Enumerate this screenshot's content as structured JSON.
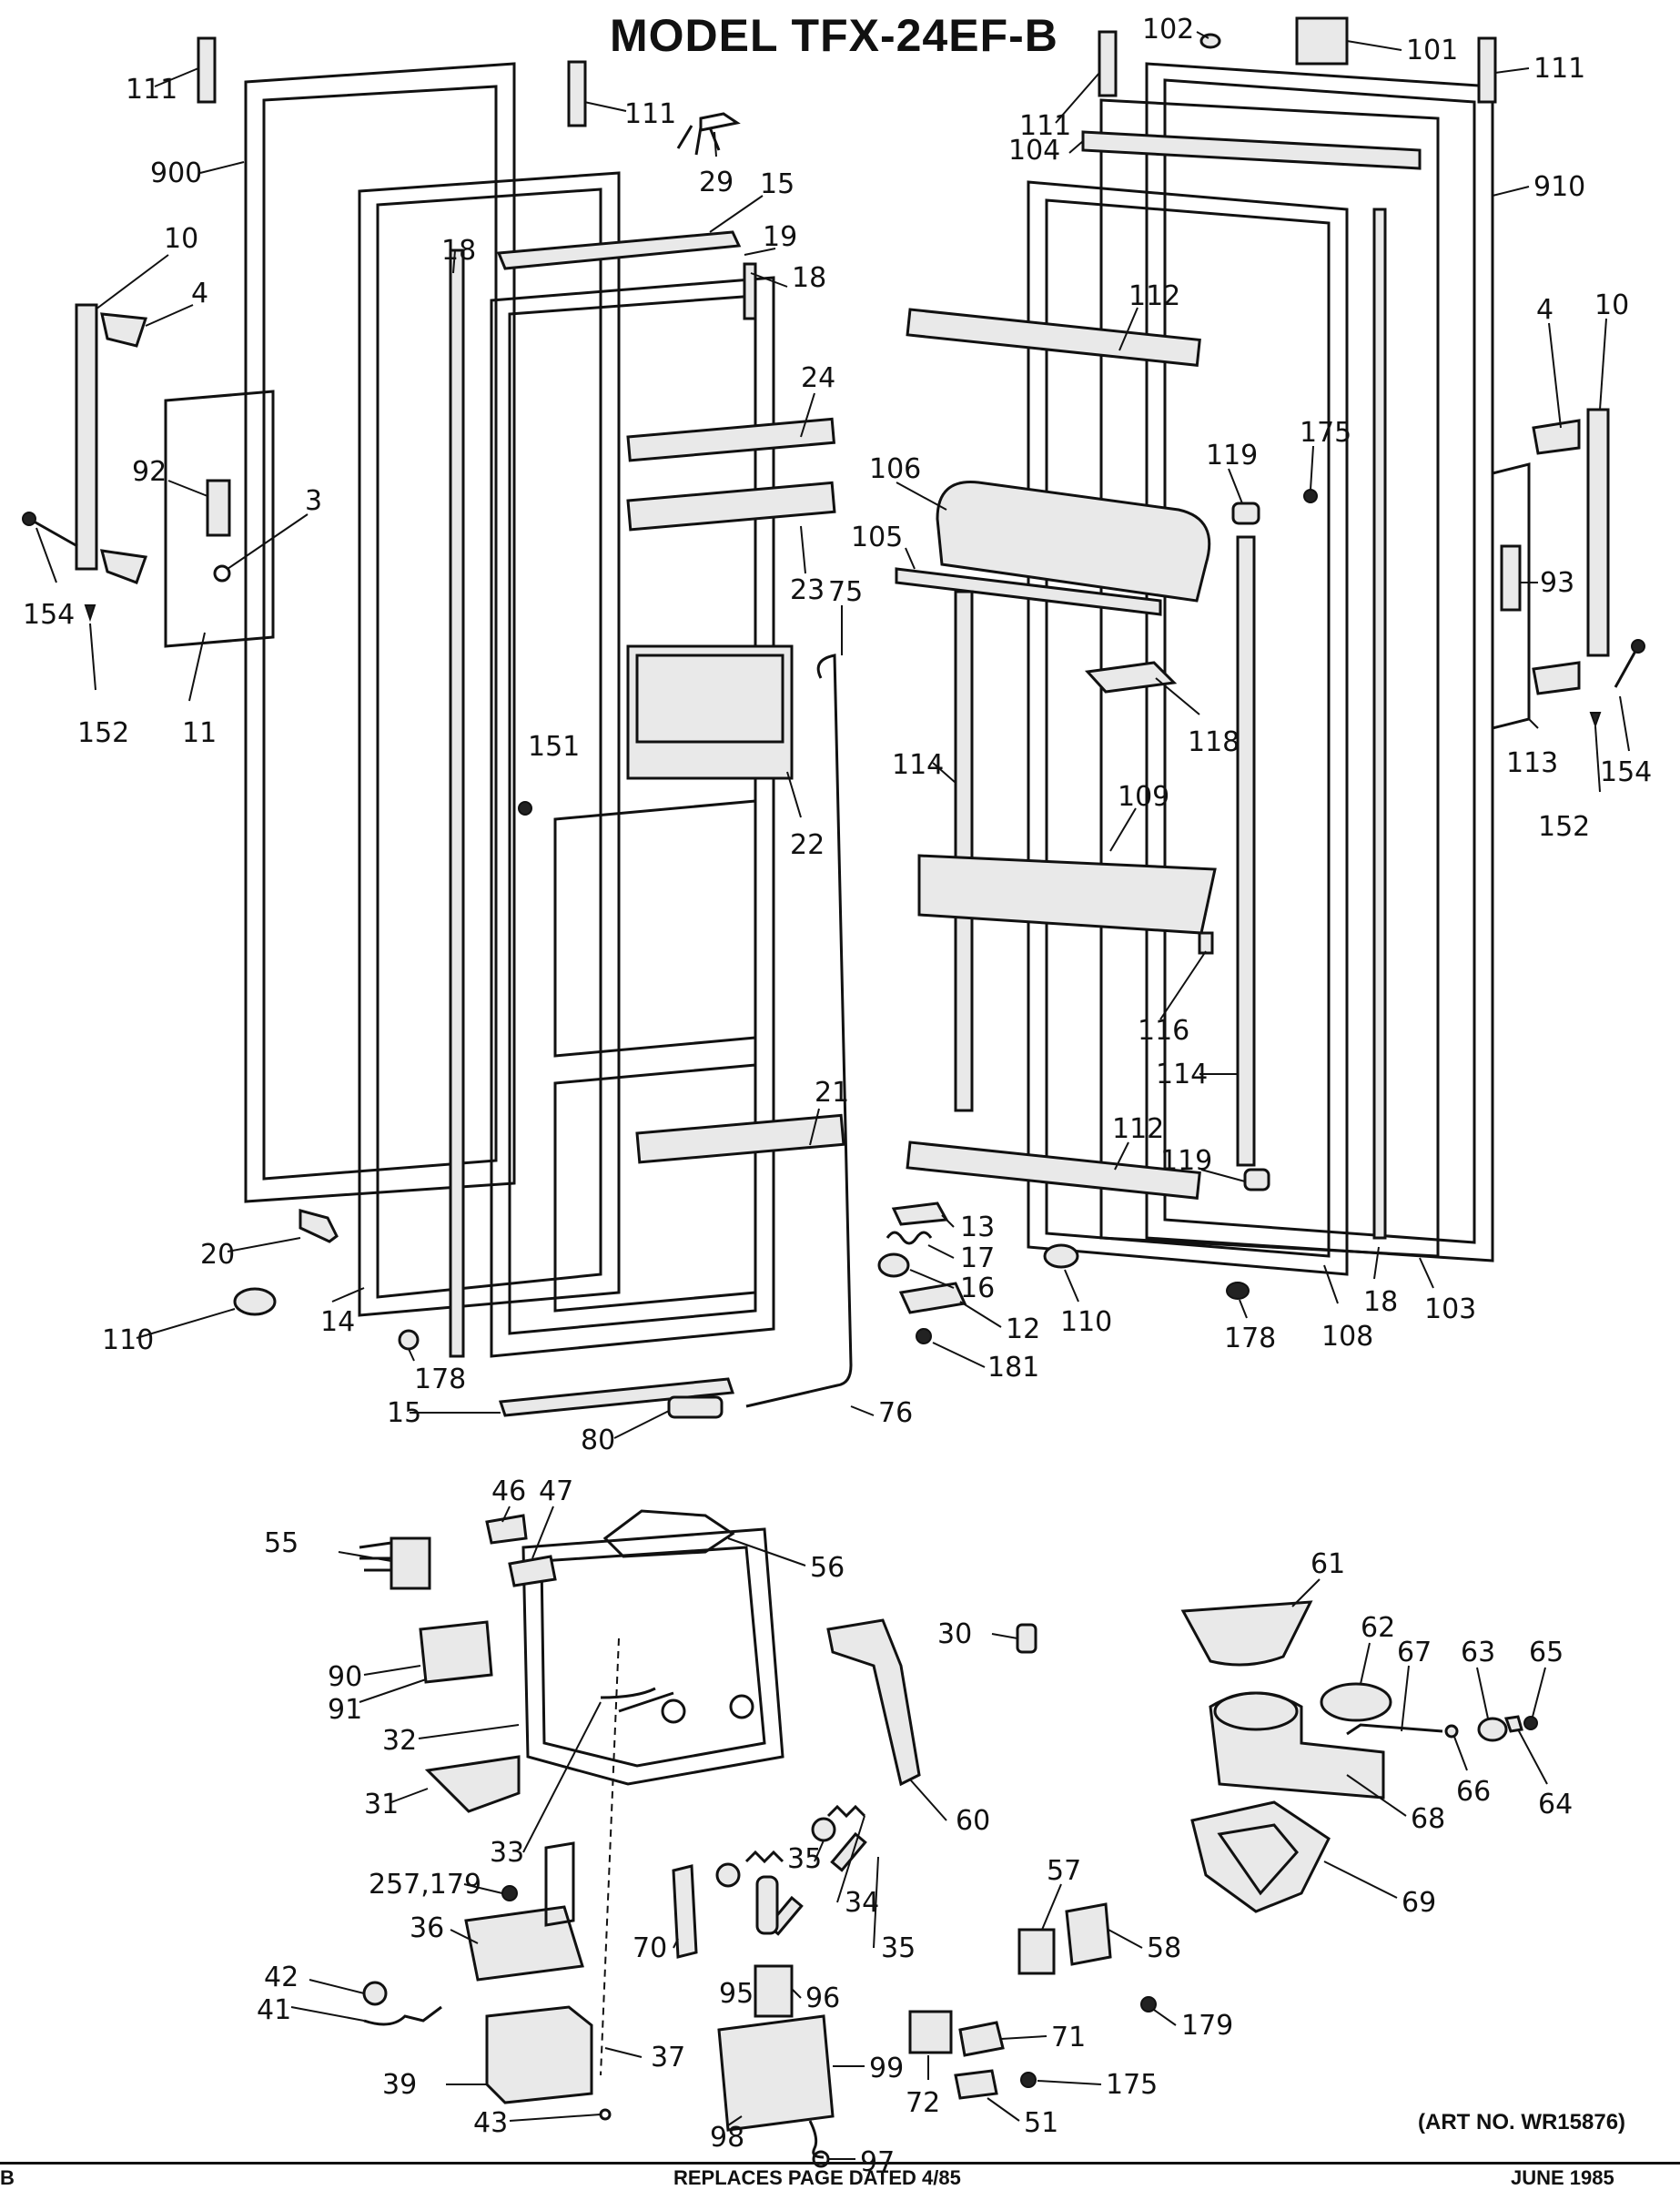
{
  "header": {
    "title": "MODEL TFX-24EF-B"
  },
  "art_number": "(ART NO. WR15876)",
  "footer": {
    "page_letter": "B",
    "replaces": "REPLACES PAGE DATED 4/85",
    "date": "JUNE 1985"
  },
  "callouts": {
    "c111a": "111",
    "c900": "900",
    "c10a": "10",
    "c4a": "4",
    "c92": "92",
    "c3": "3",
    "c154a": "154",
    "c152a": "152",
    "c11": "11",
    "c18a": "18",
    "c29": "29",
    "c15a": "15",
    "c19": "19",
    "c18b": "18",
    "c111b": "111",
    "c24": "24",
    "c23": "23",
    "c75": "75",
    "c151": "151",
    "c22": "22",
    "c21": "21",
    "c20": "20",
    "c110a": "110",
    "c14": "14",
    "c178a": "178",
    "c15b": "15",
    "c80": "80",
    "c76": "76",
    "c102": "102",
    "c101": "101",
    "c111c": "111",
    "c104": "104",
    "c111d": "111",
    "c910": "910",
    "c112a": "112",
    "c175a": "175",
    "c119a": "119",
    "c106": "106",
    "c105": "105",
    "c4b": "4",
    "c10b": "10",
    "c93": "93",
    "c118": "118",
    "c114a": "114",
    "c109": "109",
    "c116": "116",
    "c114b": "114",
    "c112b": "112",
    "c119b": "119",
    "c13": "13",
    "c17": "17",
    "c16": "16",
    "c12": "12",
    "c181": "181",
    "c110b": "110",
    "c178b": "178",
    "c108": "108",
    "c18c": "18",
    "c103": "103",
    "c113": "113",
    "c152b": "152",
    "c154b": "154",
    "c46": "46",
    "c47": "47",
    "c55": "55",
    "c56": "56",
    "c90": "90",
    "c91": "91",
    "c32": "32",
    "c31": "31",
    "c33": "33",
    "c30": "30",
    "c60": "60",
    "c35a": "35",
    "c34": "34",
    "c35b": "35",
    "c257": "257,179",
    "c36": "36",
    "c70": "70",
    "c42": "42",
    "c41": "41",
    "c37": "37",
    "c95": "95",
    "c96": "96",
    "c39": "39",
    "c99": "99",
    "c43": "43",
    "c98": "98",
    "c97": "97",
    "c57": "57",
    "c58": "58",
    "c179": "179",
    "c71": "71",
    "c72": "72",
    "c175b": "175",
    "c51": "51",
    "c61": "61",
    "c62": "62",
    "c67": "67",
    "c63": "63",
    "c65": "65",
    "c68": "68",
    "c66": "66",
    "c64": "64",
    "c69": "69"
  }
}
